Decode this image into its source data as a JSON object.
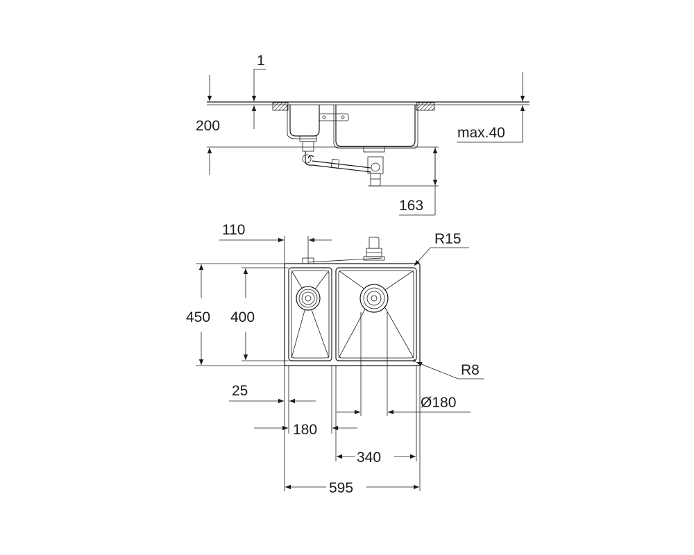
{
  "drawing": {
    "dimensions": {
      "deck_thickness": "1",
      "bowl_depth": "200",
      "max_thickness": "max.40",
      "trap_drop": "163",
      "small_bowl_offset": "110",
      "corner_radius_outer": "R15",
      "outer_depth": "450",
      "bowl_inner_depth": "400",
      "corner_radius_inner": "R8",
      "rim_width": "25",
      "waste_diameter": "Ø180",
      "small_bowl_width": "180",
      "large_bowl_width": "340",
      "overall_width": "595"
    }
  }
}
